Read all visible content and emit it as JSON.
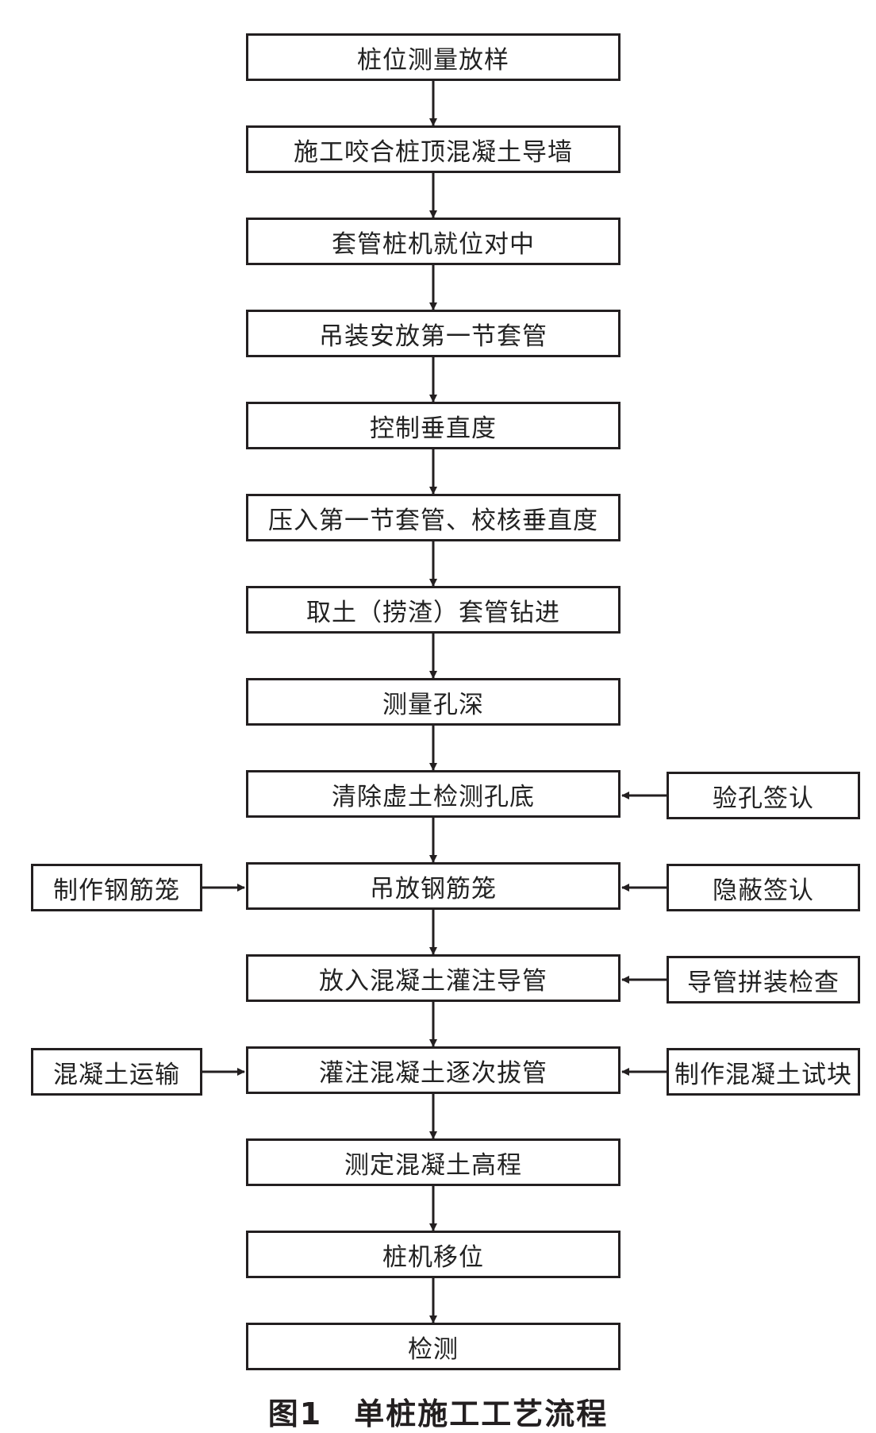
{
  "steps": [
    "桩位测量放样",
    "施工咬合桩顶混凝土导墙",
    "套管桩机就位对中",
    "吊装安放第一节套管",
    "控制垂直度",
    "压入第一节套管、校核垂直度",
    "取土（捞渣）套管钻进",
    "测量孔深",
    "清除虚土检测孔底",
    "吊放钢筋笼",
    "放入混凝土灌注导管",
    "灌注混凝土逐次拔管",
    "测定混凝土高程",
    "桩机移位",
    "检测"
  ],
  "side_left": {
    "rebar_cage": "制作钢筋笼",
    "concrete_transport": "混凝土运输"
  },
  "side_right": {
    "hole_signoff": "验孔签认",
    "concealed_signoff": "隐蔽签认",
    "pipe_check": "导管拼装检查",
    "test_block": "制作混凝土试块"
  },
  "caption": "图1　单桩施工工艺流程"
}
